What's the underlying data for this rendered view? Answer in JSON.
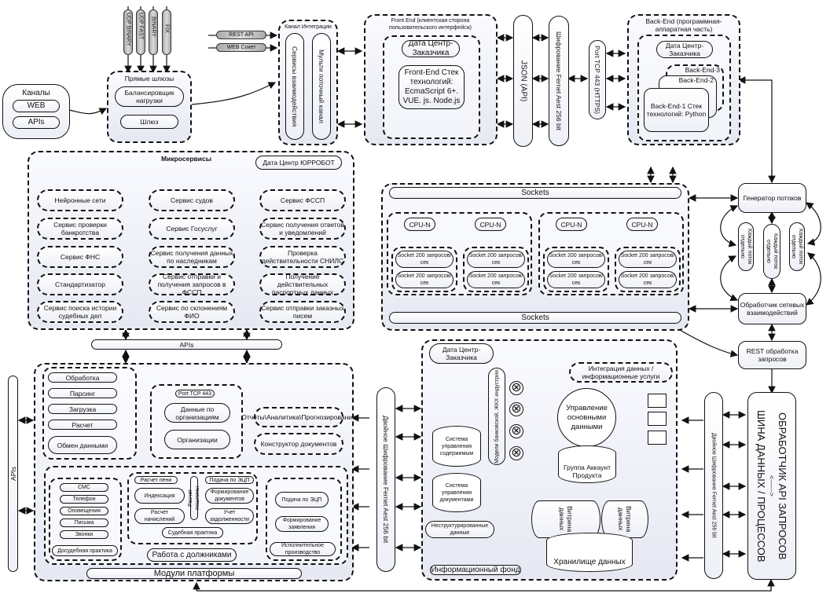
{
  "channels": {
    "title": "Каналы",
    "items": [
      "WEB",
      "APIs"
    ]
  },
  "protocols": [
    "UDP BINARY",
    "UDP FAST",
    "BINARY",
    "FIX"
  ],
  "direct_gateways": {
    "title": "Прямые шлюзы",
    "balancer": "Балансировщик нагрузки",
    "gateway": "Шлюз"
  },
  "api_inputs": [
    "REST API",
    "WEB Сокет"
  ],
  "integration_channel": {
    "title": "Канал Интеграции",
    "services": "Сервисы взаимодействия",
    "multi": "Мульти поточный канал"
  },
  "frontend": {
    "title": "Front End (клиентская сторона пользовательского интерфейса)",
    "datacenter": "Дата Центр-Заказчика",
    "stack": "Front-End Стек технологий: EcmaScript 6+. VUE. js. Node.js"
  },
  "json_api": "JSON (API)",
  "fernet_top": "Шифрование Fernet Aest 256 bit",
  "port": "Port TCP 443 (HTTPS)",
  "backend": {
    "title": "Back-End (программная-аппаратная часть)",
    "datacenter": "Дата Центр-Заказчика",
    "be3": "Back-End-3",
    "be2": "Back-End-2",
    "be1": "Back-End-1 Стек технологий: Python"
  },
  "microservices": {
    "title": "Микросервисы",
    "datacenter": "Дата Центр ЮРРОБОТ",
    "col1": [
      "Нейронные сети",
      "Сервис проверки банкротства",
      "Сервис ФНС",
      "Стандартизатор",
      "Сервис поиска истории судебных дел"
    ],
    "col2": [
      "Сервис судов",
      "Сервис Госуслуг",
      "Сервис получения данных по наследникам",
      "Сервис отправки и получения запросов в ФССП",
      "Сервис по склонениям ФИО"
    ],
    "col3": [
      "Сервис ФССП",
      "Сервис получения ответов и уведомлений",
      "Проверка действительности СНИЛС",
      "Получение действительных паспортных данных",
      "Сервис отправки заказных писем"
    ]
  },
  "apis_bar": "APIs",
  "sockets": {
    "top": "Sockets",
    "bottom": "Sockets",
    "cpu_label": "CPU-N",
    "socket_label": "Socket 200 запросов/сек",
    "cpu_count": 4,
    "sockets_per_cpu": 2
  },
  "flow": {
    "generator": "Генератор потоков",
    "threads": [
      "Каждый поток отдельно",
      "Каждый поток отдельно",
      "Каждый поток отдельно"
    ],
    "handler": "Обработчик сетевых взаимодействий",
    "rest": "REST обработка запросов"
  },
  "platform": {
    "title": "Модули платформы",
    "left_apis": "APIs",
    "processing": [
      "Обработка",
      "Парсинг",
      "Загрузка",
      "Расчет",
      "Обмен данными"
    ],
    "org": {
      "port": "Port TCP 443",
      "data": "Данные по организациям",
      "orgs": "Организации"
    },
    "reports": "Отчеты\\Аналитика\\Прогнозирование",
    "constructor": "Конструктор документов",
    "pretrial": {
      "items": [
        "СМС",
        "Телефон",
        "Оповещения",
        "Письма",
        "Звонки"
      ],
      "title": "Досудебная практика"
    },
    "court": {
      "calc": "Расчет пени",
      "duty": "Расчет пошлины",
      "filing": "Подача по ЭЦП",
      "index": "Индексация",
      "docs": "Формирование документов",
      "accruals": "Расчет начислений",
      "debt": "Учет задолженности",
      "title": "Судебная практика"
    },
    "debtors": "Работа с должниками",
    "enforcement": {
      "items": [
        "Подача по ЭЦП",
        "Формирование заявления"
      ],
      "title": "Исполнительное производство"
    }
  },
  "fernet_mid": "Двойное Шифрование Fernet Aest 256 bit",
  "info_fund": {
    "datacenter": "Дата Центр-Заказчика",
    "models": "Модели банковской, ЖКХ индустрии",
    "cms": "Система управления содержимым",
    "dms": "Система управления документами",
    "unstructured": "Неструктурированные данные",
    "title": "Информационный фонд",
    "integration": "Интеграция данных / информационные услуги",
    "master": "Управление основными данными",
    "account": "Группа Аккаунт Продукта",
    "marts": [
      "Витрина данных",
      "Витрина данных"
    ],
    "warehouse": "Хранилище данных"
  },
  "fernet_right": "Двойное Шифрование Fernet Aest 256 bit",
  "bus": {
    "line1": "ОБРАБОТЧИК API ЗАПРОСОВ",
    "arrow": "<------>",
    "line2": "ШИНА ДАННЫХ / ПРОЦЕССОВ"
  }
}
